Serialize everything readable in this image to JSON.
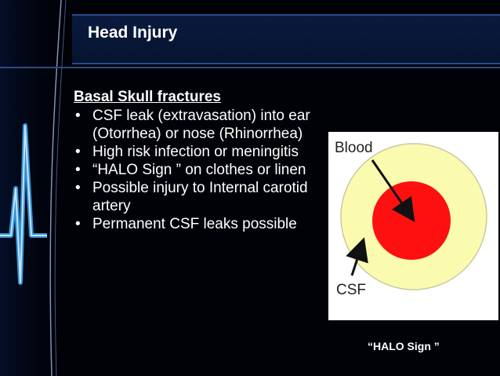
{
  "slide": {
    "title": "Head Injury",
    "subheading": "Basal Skull fractures",
    "bullet_glyph": "•",
    "bullets": [
      "CSF leak (extravasation) into ear (Otorrhea) or nose (Rhinorrhea)",
      "High risk infection or meningitis",
      "“HALO Sign ” on clothes or linen",
      "Possible injury to Internal carotid artery",
      "Permanent CSF leaks possible"
    ]
  },
  "figure": {
    "label_blood": "Blood",
    "label_csf": "CSF",
    "outer_color": "#fbfbb0",
    "inner_color": "#ff1010",
    "caption": "“HALO Sign ”"
  },
  "colors": {
    "background": "#000208",
    "title_bar": "#0a1a3e",
    "accent_line": "#2a4b8a",
    "ecg_line": "#3fa9f5",
    "text": "#ffffff"
  }
}
